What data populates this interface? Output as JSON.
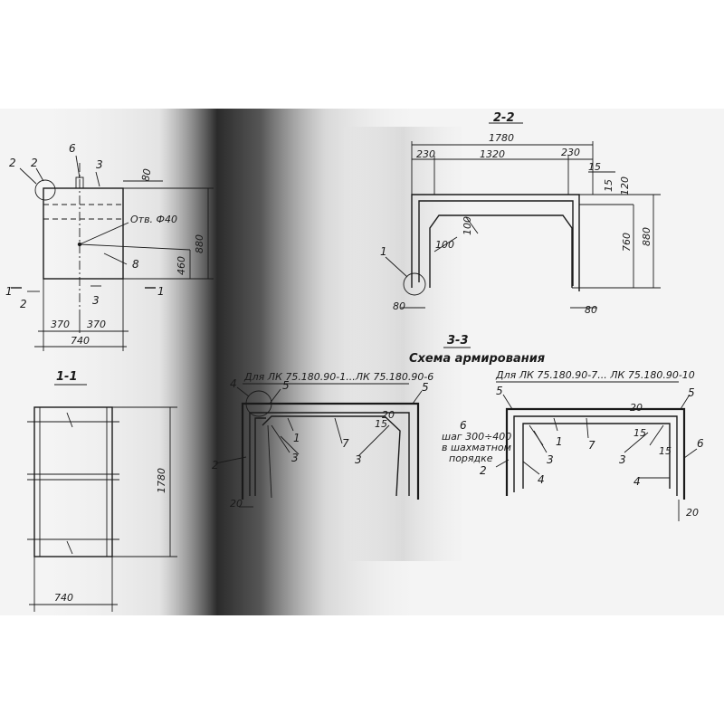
{
  "views": {
    "plan": {
      "leader_2": "2",
      "dim_2": "2",
      "leader_6": "6",
      "leader_3": "3",
      "dim_80": "80",
      "hole_label": "Отв. Ф40",
      "dim_880": "880",
      "leader_8": "8",
      "dim_460": "460",
      "cut_1_left": "1",
      "cut_1_right": "1",
      "cut_2": "2",
      "cut_3": "3",
      "dim_370_left": "370",
      "dim_370_right": "370",
      "dim_740": "740"
    },
    "section_1_1": {
      "title": "1-1",
      "dim_1780": "1780",
      "dim_740": "740"
    },
    "section_2_2": {
      "title": "2-2",
      "dim_1780": "1780",
      "dim_230_left": "230",
      "dim_1320": "1320",
      "dim_230_right": "230",
      "dim_15_a": "15",
      "dim_15_b": "15",
      "dim_120": "120",
      "dim_100_a": "100",
      "dim_100_b": "100",
      "dim_760": "760",
      "dim_880": "880",
      "dim_80_left": "80",
      "dim_80_right": "80",
      "leader_1": "1"
    },
    "section_3_3": {
      "title": "3-3",
      "subtitle": "Схема армирования",
      "left_caption": "Для ЛК 75.180.90-1...ЛК 75.180.90-6",
      "right_caption": "Для ЛК 75.180.90-7... ЛК 75.180.90-10",
      "pitch_note_line1": "шаг 300÷400",
      "pitch_note_line2": "в шахматном",
      "pitch_note_line3": "порядке",
      "left_labels": {
        "l4": "4",
        "l5a": "5",
        "l5b": "5",
        "l1": "1",
        "l7": "7",
        "l15": "15",
        "l20a": "20",
        "l2": "2",
        "l3a": "3",
        "l3b": "3",
        "l20b": "20"
      },
      "right_labels": {
        "r5a": "5",
        "r5b": "5",
        "r6a": "6",
        "r1": "1",
        "r7": "7",
        "r20a": "20",
        "r15a": "15",
        "r15b": "15",
        "r2": "2",
        "r3a": "3",
        "r3b": "3",
        "r4a": "4",
        "r4b": "4",
        "r6b": "6",
        "r20b": "20"
      }
    }
  },
  "colors": {
    "ink": "#1a1a1a",
    "paper": "#ffffff"
  }
}
